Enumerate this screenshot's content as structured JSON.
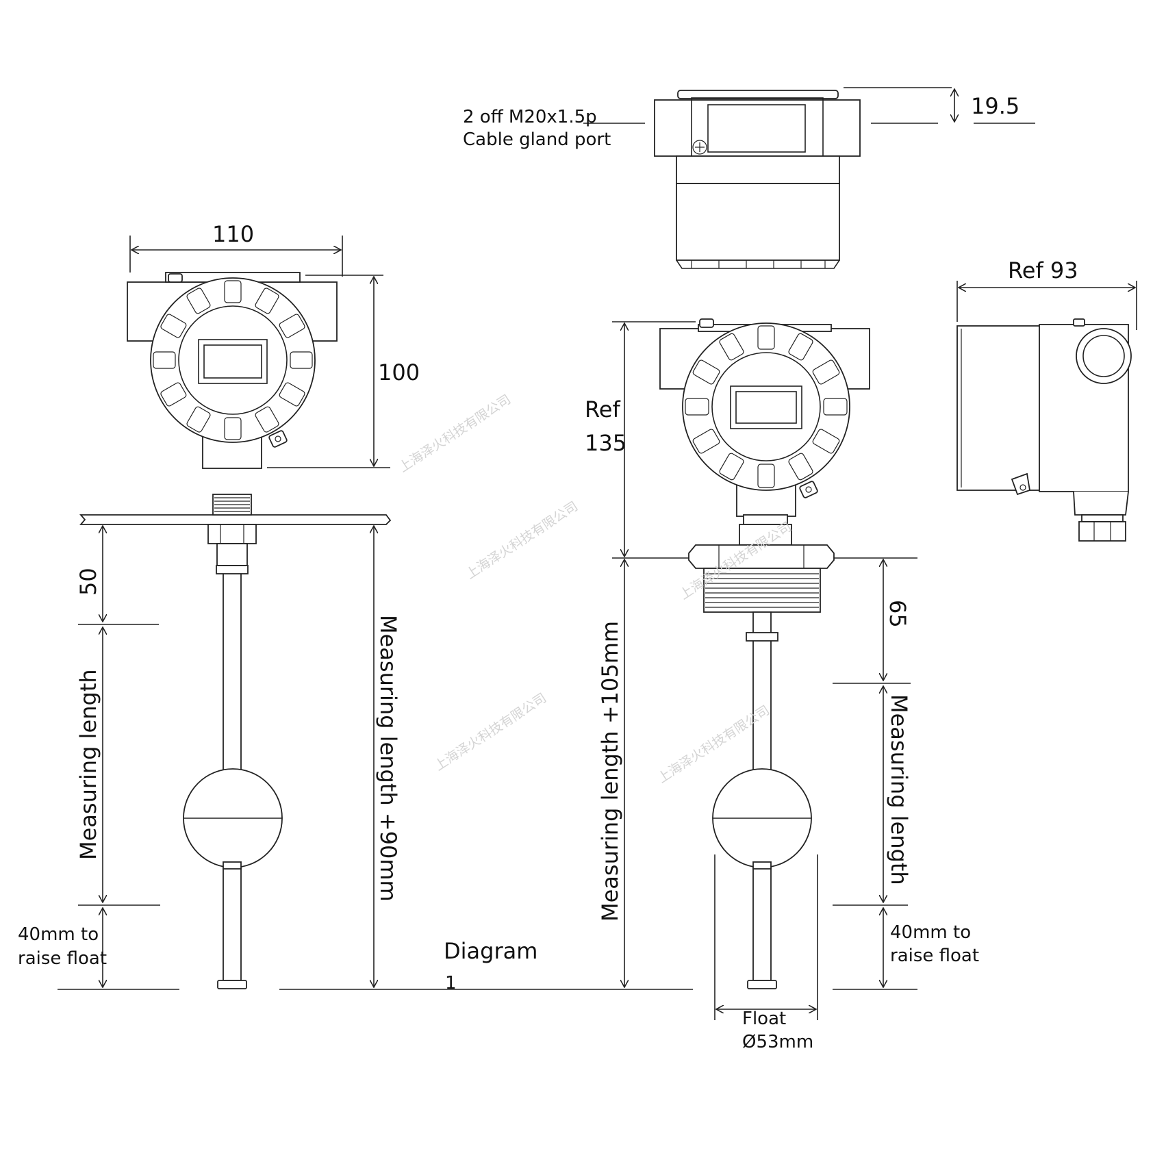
{
  "labels": {
    "gland_port_line1": "2 off   M20x1.5p",
    "gland_port_line2": "Cable gland port",
    "dim_19_5": "19.5",
    "dim_110": "110",
    "dim_100": "100",
    "ref_93": "Ref 93",
    "ref_135_line1": "Ref",
    "ref_135_line2": "135",
    "dim_50": "50",
    "dim_65": "65",
    "left_measuring_length": "Measuring length",
    "left_total_length": "Measuring length +90mm",
    "right_total_length": "Measuring length +105mm",
    "right_measuring_length": "Measuring length",
    "left_raise_line1": "40mm to",
    "left_raise_line2": "raise float",
    "right_raise_line1": "40mm to",
    "right_raise_line2": "raise float",
    "diagram_line1": "Diagram",
    "diagram_line2": "1",
    "float_line1": "Float",
    "float_line2": "Ø53mm"
  },
  "watermark": {
    "text": "上海泽火科技有限公司"
  },
  "colors": {
    "line": "#222222",
    "text": "#111111",
    "watermark": "#d4d4d4",
    "background": "#ffffff"
  }
}
